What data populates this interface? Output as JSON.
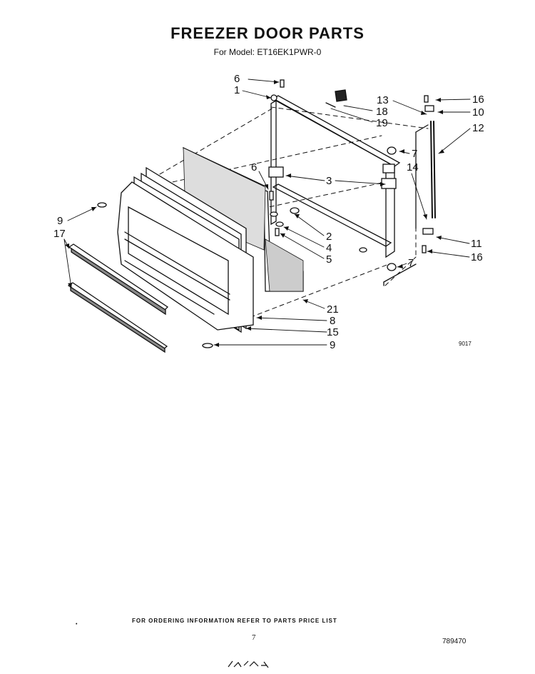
{
  "header": {
    "title": "FREEZER DOOR PARTS",
    "model_line": "For Model: ET16EK1PWR-0"
  },
  "callouts": {
    "c6a": "6",
    "c1": "1",
    "c13": "13",
    "c18": "18",
    "c19": "19",
    "c16a": "16",
    "c10": "10",
    "c12": "12",
    "c7a": "7",
    "c14": "14",
    "c6b": "6",
    "c3": "3",
    "c9a": "9",
    "c17": "17",
    "c2": "2",
    "c4": "4",
    "c5": "5",
    "c11": "11",
    "c16b": "16",
    "c7b": "7",
    "c21": "21",
    "c8": "8",
    "c15": "15",
    "c9b": "9"
  },
  "figure_number": "9017",
  "footer": {
    "ordering_note": "FOR ORDERING INFORMATION REFER TO PARTS PRICE LIST",
    "page_number": "7",
    "catalog_number": "789470",
    "bullet": "•"
  }
}
